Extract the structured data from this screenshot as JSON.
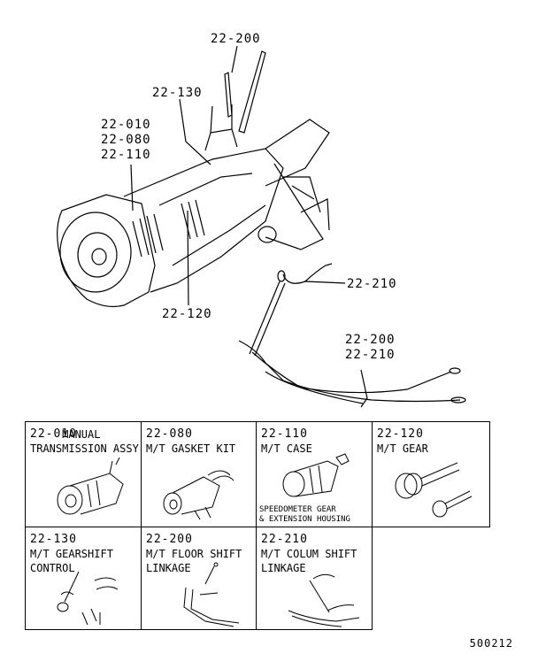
{
  "callouts": {
    "c1": "22-200",
    "c2": "22-130",
    "c3": "22-010",
    "c4": "22-080",
    "c5": "22-110",
    "c6": "22-120",
    "c7": "22-210",
    "c8": "22-200",
    "c9": "22-210"
  },
  "cells": [
    {
      "code": "22-010",
      "name": "     MANUAL\nTRANSMISSION ASSY",
      "sub": ""
    },
    {
      "code": "22-080",
      "name": "\nM/T GASKET KIT",
      "sub": ""
    },
    {
      "code": "22-110",
      "name": "\nM/T CASE",
      "sub": "SPEEDOMETER GEAR\n& EXTENSION HOUSING"
    },
    {
      "code": "22-120",
      "name": "\nM/T GEAR",
      "sub": ""
    },
    {
      "code": "22-130",
      "name": "\nM/T GEARSHIFT\nCONTROL",
      "sub": ""
    },
    {
      "code": "22-200",
      "name": "\nM/T FLOOR SHIFT\nLINKAGE",
      "sub": ""
    },
    {
      "code": "22-210",
      "name": "\nM/T COLUM SHIFT\nLINKAGE",
      "sub": ""
    }
  ],
  "footer_code": "500212"
}
